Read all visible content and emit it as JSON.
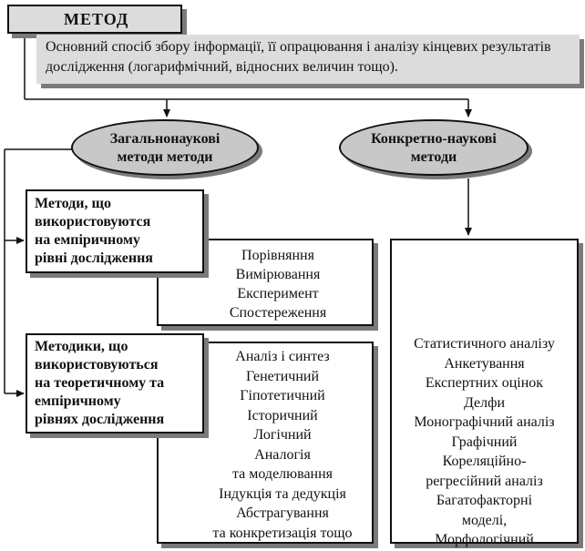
{
  "method": {
    "title": "МЕТОД",
    "definition": "Основний спосіб збору інформації, її опрацювання і аналізу кінцевих результатів дослідження (логарифмічний, відносних величин тощо)."
  },
  "general": {
    "title_line1": "Загальнонаукові",
    "title_line2": "методи методи"
  },
  "concrete": {
    "title_line1": "Конкретно-наукові",
    "title_line2": "методи"
  },
  "empirical": {
    "heading": [
      "Методи, що",
      "використовуются",
      "на емпіричному",
      "рівні дослідження"
    ],
    "items": [
      "Порівняння",
      "Вимірювання",
      "Експеримент",
      "Спостереження"
    ]
  },
  "theoretical": {
    "heading": [
      "Методики, що",
      "використовуються",
      "на теоретичному та",
      "емпіричному",
      "рівнях дослідження"
    ],
    "items": [
      "Аналіз і синтез",
      "Генетичний",
      "Гіпотетичний",
      "Історичний",
      "Логічний",
      "Аналогія",
      "та моделювання",
      "Індукція та дедукція",
      "Абстрагування",
      "та конкретизація тощо"
    ]
  },
  "concrete_items": [
    "Статистичного аналізу",
    "Анкетування",
    "Експертних оцінок",
    "Делфи",
    "Монографічний аналіз",
    "Графічний",
    "Кореляційно-",
    "регресійний аналіз",
    "Багатофакторні",
    "моделі,",
    "Морфологічний"
  ]
}
